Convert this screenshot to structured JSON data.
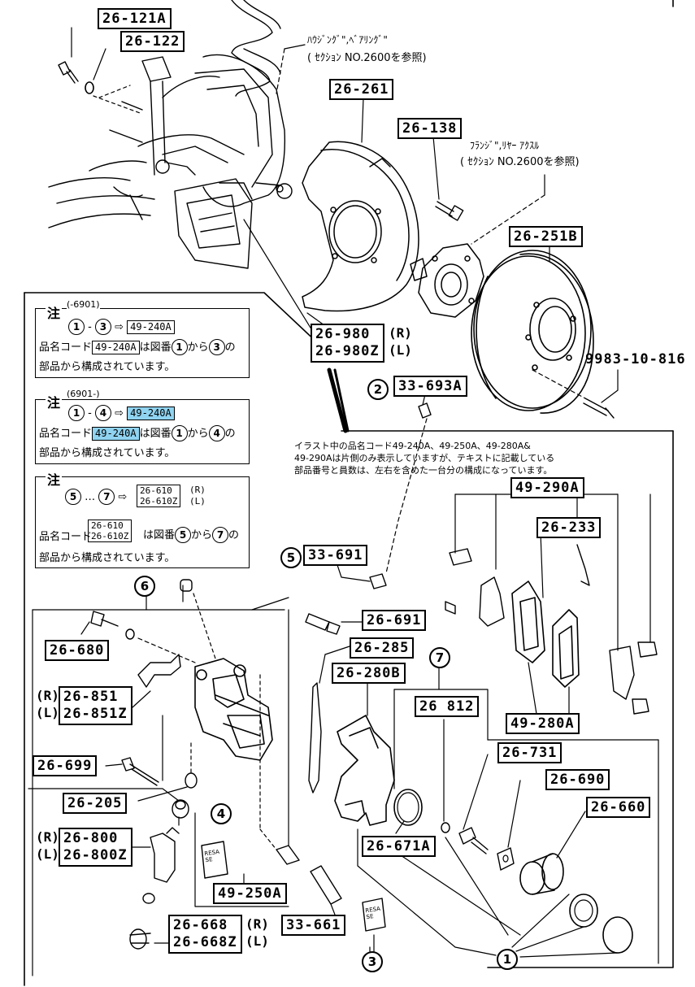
{
  "labels": {
    "p26_121A": "26-121A",
    "p26_122": "26-122",
    "p26_261": "26-261",
    "p26_138": "26-138",
    "p26_251B": "26-251B",
    "p26_980": "26-980",
    "p26_980Z": "26-980Z",
    "p26_980_R": "(R)",
    "p26_980Z_L": "(L)",
    "p9983": "9983-10-816",
    "p33_693A": "33-693A",
    "p49_290A": "49-290A",
    "p26_233": "26-233",
    "p33_691": "33-691",
    "p26_691": "26-691",
    "p26_285": "26-285",
    "p26_280B": "26-280B",
    "p26_812": "26 812",
    "p49_280A": "49-280A",
    "p26_731": "26-731",
    "p26_690": "26-690",
    "p26_660": "26-660",
    "p26_671A": "26-671A",
    "p26_680": "26-680",
    "p26_851": "26-851",
    "p26_851Z": "26-851Z",
    "p26_699": "26-699",
    "p26_205": "26-205",
    "p26_800": "26-800",
    "p26_800Z": "26-800Z",
    "p49_250A": "49-250A",
    "p33_661": "33-661",
    "p26_668": "26-668",
    "p26_668Z": "26-668Z",
    "side_R": "(R)",
    "side_L": "(L)"
  },
  "circled": {
    "c1": "1",
    "c2": "2",
    "c3": "3",
    "c4": "4",
    "c5": "5",
    "c6": "6",
    "c7": "7"
  },
  "callouts": {
    "hub_line1": "ﾊｳｼﾞﾝｸﾞ\",ﾍﾞｱﾘﾝｸﾞ\"",
    "hub_line2": "( ｾｸｼｮﾝ NO.2600を参照)",
    "flange_line1": "ﾌﾗﾝｼﾞ\",ﾘﾔｰ ｱｸｽﾙ",
    "flange_line2": "( ｾｸｼｮﾝ NO.2600を参照)",
    "illus_line1": "イラスト中の品名コード49-240A、49-250A、49-280A&",
    "illus_line2": "49-290Aは片側のみ表示していますが、テキストに記載している",
    "illus_line3": "部品番号と員数は、左右を含めた一台分の構成になっています。"
  },
  "notes": [
    {
      "title": "注",
      "range": "(-6901)",
      "line1_from": "1",
      "line1_sep": "-",
      "line1_to": "3",
      "line1_arrow": "⇨",
      "line1_code": "49-240A",
      "line2_pre": "品名コード",
      "line2_code": "49-240A",
      "line2_mid": "は図番",
      "line2_from": "1",
      "line2_kara": "から",
      "line2_to": "3",
      "line2_no": "の",
      "line3": "部品から構成されています。"
    },
    {
      "title": "注",
      "range": "(6901-)",
      "line1_from": "1",
      "line1_sep": "-",
      "line1_to": "4",
      "line1_arrow": "⇨",
      "line1_code": "49-240A",
      "line2_pre": "品名コード",
      "line2_code": "49-240A",
      "line2_mid": "は図番",
      "line2_from": "1",
      "line2_kara": "から",
      "line2_to": "4",
      "line2_no": "の",
      "line3": "部品から構成されています。"
    },
    {
      "title": "注",
      "line1_from": "5",
      "line1_sep": "…",
      "line1_to": "7",
      "line1_arrow": "⇨",
      "line1_code_a": "26-610",
      "line1_code_b": "26-610Z",
      "line1_r": "(R)",
      "line1_l": "(L)",
      "line2_pre": "品名コード",
      "line2_code_a": "26-610",
      "line2_code_b": "26-610Z",
      "line2_mid": "は図番",
      "line2_from": "5",
      "line2_kara": "から",
      "line2_to": "7",
      "line2_no": "の",
      "line3": "部品から構成されています。"
    }
  ],
  "pad_text": "RESA\nSE",
  "pad_text2": "RESA\nSE"
}
